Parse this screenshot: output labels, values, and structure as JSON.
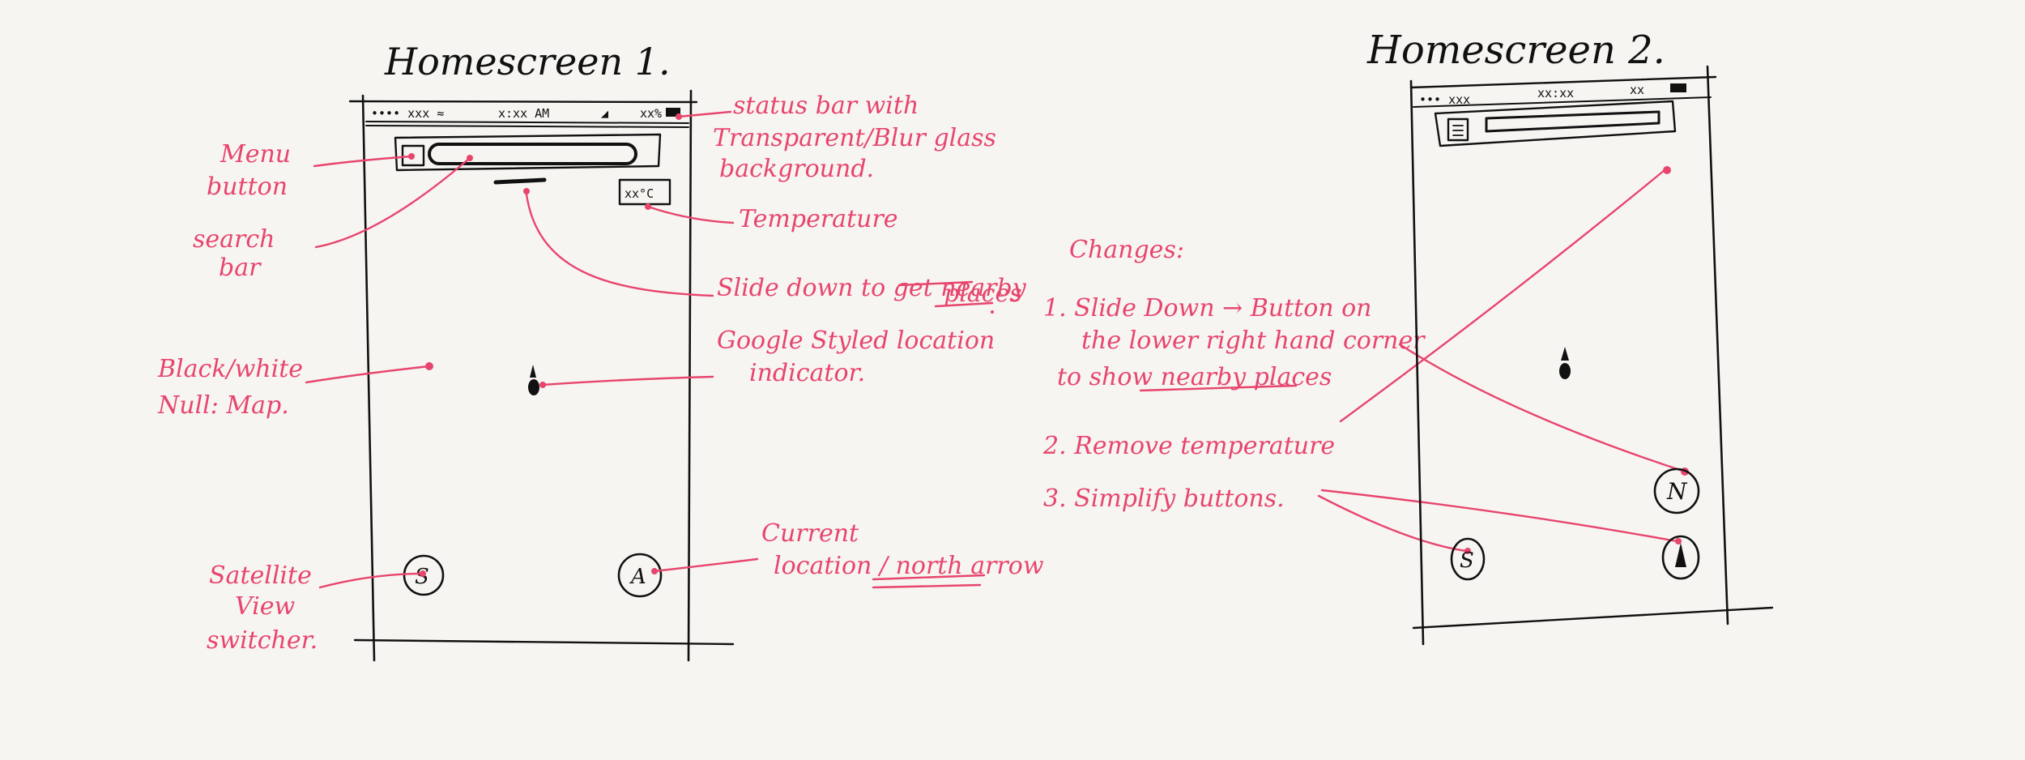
{
  "screen1": {
    "title": "Homescreen 1.",
    "status_bar": {
      "left": "•••• xxx ≈",
      "center": "x:xx AM",
      "right": "xx%"
    },
    "temperature": "xx°C",
    "satellite_button": "S",
    "location_button": "A"
  },
  "screen2": {
    "title": "Homescreen 2.",
    "status_bar": {
      "left": "••• xxx",
      "center": "xx:xx",
      "right": "xx"
    },
    "north_button": "N",
    "satellite_button": "S"
  },
  "annotations": {
    "menu_button": [
      "Menu",
      "button"
    ],
    "search_bar": [
      "search",
      "bar"
    ],
    "map": [
      "Black/white",
      "Null: Map."
    ],
    "satellite_switcher": [
      "Satellite",
      "View",
      "switcher."
    ],
    "status_bar": [
      "status bar with",
      "Transparent/Blur glass",
      "background."
    ],
    "temperature": "Temperature",
    "slide_down": [
      "Slide down to get ",
      "nearby",
      "places"
    ],
    "location_indicator": [
      "Google Styled location",
      "indicator."
    ],
    "current_location": [
      "Current",
      "location / ",
      "north arrow"
    ]
  },
  "changes": {
    "heading": "Changes:",
    "item1": [
      "1. Slide Down → Button on",
      "the lower right hand corner",
      "to show ",
      "nearby places"
    ],
    "item2": "2. Remove temperature",
    "item3": "3. Simplify buttons."
  },
  "colors": {
    "annotation": "#e8456d",
    "ink": "#111111",
    "paper": "#f6f5f2"
  }
}
